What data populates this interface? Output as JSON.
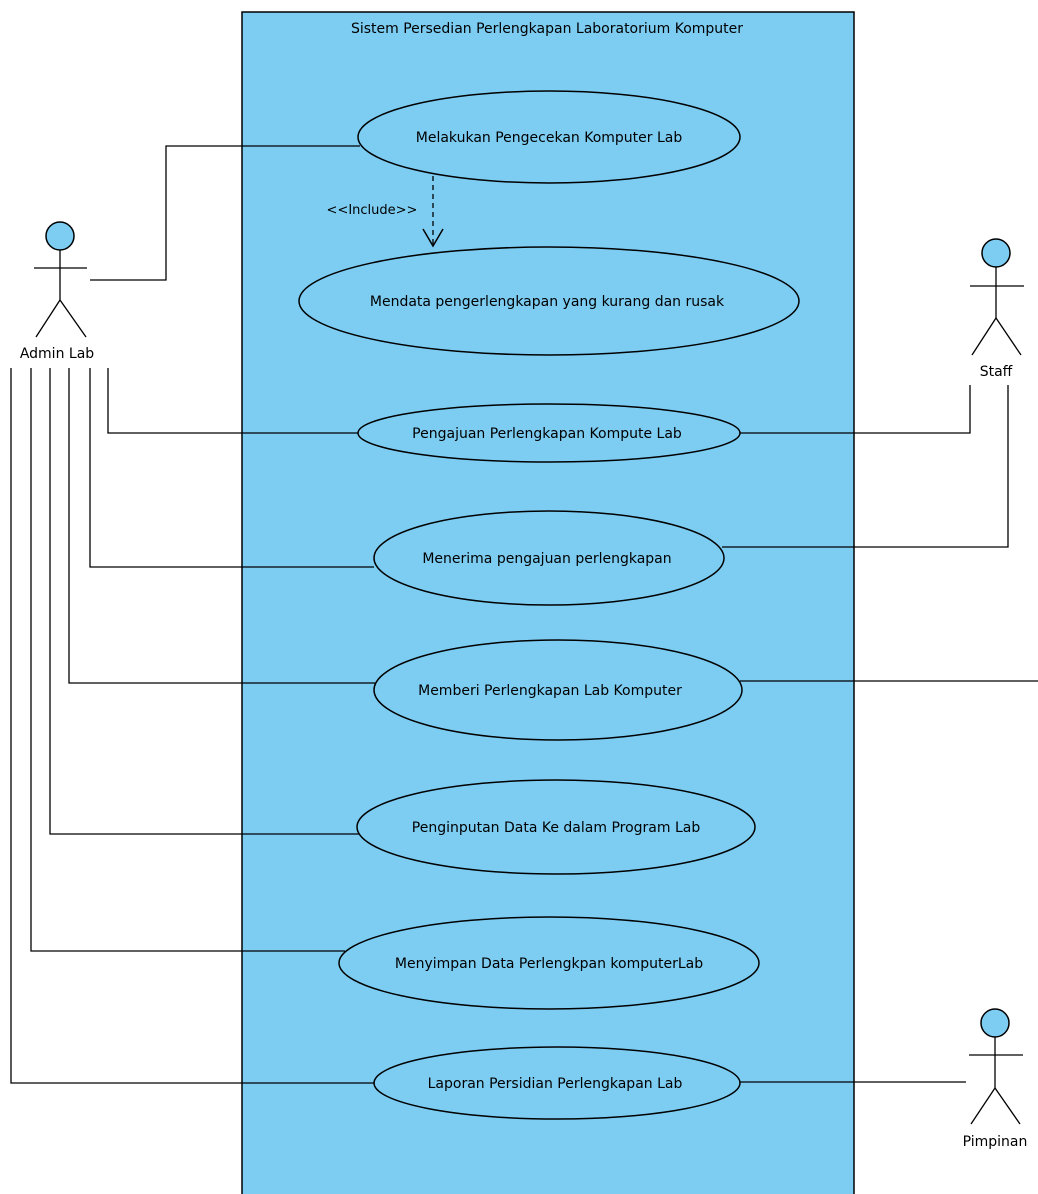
{
  "system": {
    "title": "Sistem Persedian Perlengkapan Laboratorium Komputer",
    "fill_color": "#7dcdf3",
    "border_color": "#000000"
  },
  "actors": [
    {
      "id": "admin-lab",
      "label": "Admin Lab",
      "icon": "stick-figure-icon",
      "head_color": "#7dcdf3"
    },
    {
      "id": "staff",
      "label": "Staff",
      "icon": "stick-figure-icon",
      "head_color": "#7dcdf3"
    },
    {
      "id": "pimpinan",
      "label": "Pimpinan",
      "icon": "stick-figure-icon",
      "head_color": "#7dcdf3"
    }
  ],
  "use_cases": [
    {
      "id": "uc-pengecekan",
      "label": "Melakukan Pengecekan Komputer Lab"
    },
    {
      "id": "uc-mendata",
      "label": "Mendata pengerlengkapan yang kurang dan rusak"
    },
    {
      "id": "uc-pengajuan",
      "label": "Pengajuan Perlengkapan Kompute Lab"
    },
    {
      "id": "uc-menerima",
      "label": "Menerima pengajuan perlengkapan"
    },
    {
      "id": "uc-memberi",
      "label": "Memberi Perlengkapan Lab Komputer"
    },
    {
      "id": "uc-penginputan",
      "label": "Penginputan Data Ke dalam Program Lab"
    },
    {
      "id": "uc-menyimpan",
      "label": "Menyimpan Data Perlengkpan komputerLab"
    },
    {
      "id": "uc-laporan",
      "label": "Laporan Persidian Perlengkapan Lab"
    }
  ],
  "relationships": [
    {
      "from": "uc-pengecekan",
      "to": "uc-mendata",
      "label": "<<Include>>",
      "style": "dashed-arrow"
    }
  ],
  "associations": [
    {
      "actor": "admin-lab",
      "use_case": "uc-pengecekan"
    },
    {
      "actor": "admin-lab",
      "use_case": "uc-pengajuan"
    },
    {
      "actor": "admin-lab",
      "use_case": "uc-menerima"
    },
    {
      "actor": "admin-lab",
      "use_case": "uc-memberi"
    },
    {
      "actor": "admin-lab",
      "use_case": "uc-penginputan"
    },
    {
      "actor": "admin-lab",
      "use_case": "uc-menyimpan"
    },
    {
      "actor": "admin-lab",
      "use_case": "uc-laporan"
    },
    {
      "actor": "staff",
      "use_case": "uc-pengajuan"
    },
    {
      "actor": "staff",
      "use_case": "uc-menerima"
    },
    {
      "actor": "staff",
      "use_case": "uc-memberi"
    },
    {
      "actor": "pimpinan",
      "use_case": "uc-laporan"
    }
  ]
}
